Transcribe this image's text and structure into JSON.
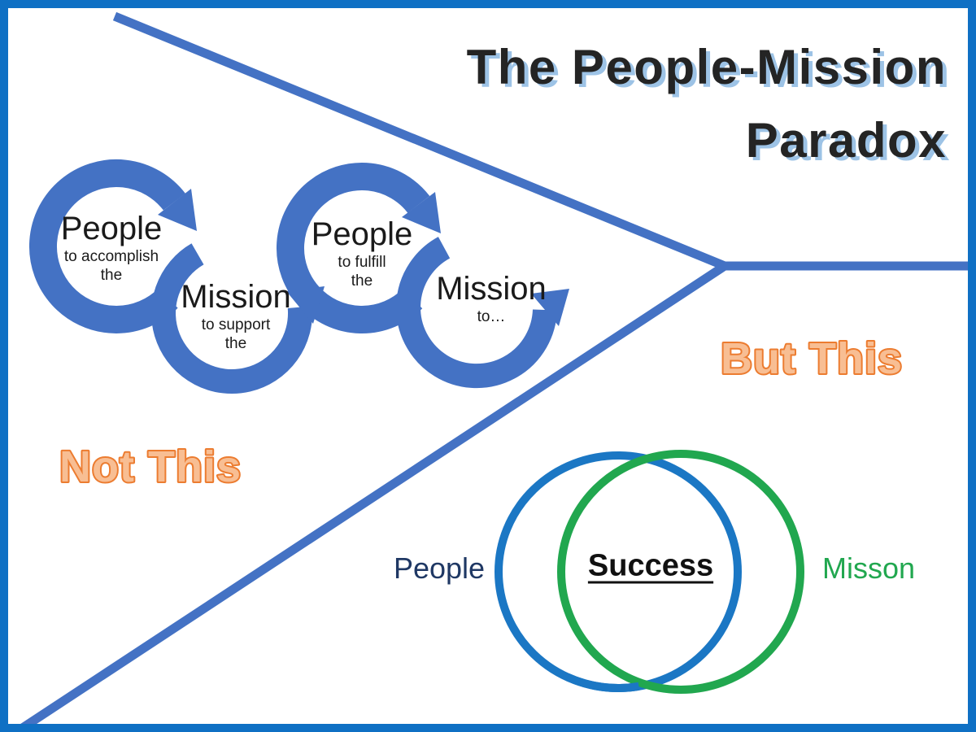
{
  "title": {
    "line1": "The People-Mission",
    "line2": "Paradox"
  },
  "labels": {
    "not_this": "Not This",
    "but_this": "But This"
  },
  "cycle": {
    "steps": [
      {
        "main": "People",
        "sub1": "to accomplish",
        "sub2": "the"
      },
      {
        "main": "Mission",
        "sub1": "to support",
        "sub2": "the"
      },
      {
        "main": "People",
        "sub1": "to fulfill",
        "sub2": "the"
      },
      {
        "main": "Mission",
        "sub1": "to…",
        "sub2": ""
      }
    ]
  },
  "venn": {
    "left_label": "People",
    "center_label": "Success",
    "right_label": "Misson"
  },
  "colors": {
    "accent_blue": "#4472C4",
    "border_blue": "#0F70C4",
    "venn_blue": "#1B77C4",
    "venn_green": "#21A74F",
    "navy": "#1F3864",
    "orange_fill": "#F8BE93",
    "orange_stroke": "#EC7C30",
    "title_text": "#242424",
    "title_shadow": "#9DC3E6",
    "text_dark": "#1A1A1A"
  }
}
